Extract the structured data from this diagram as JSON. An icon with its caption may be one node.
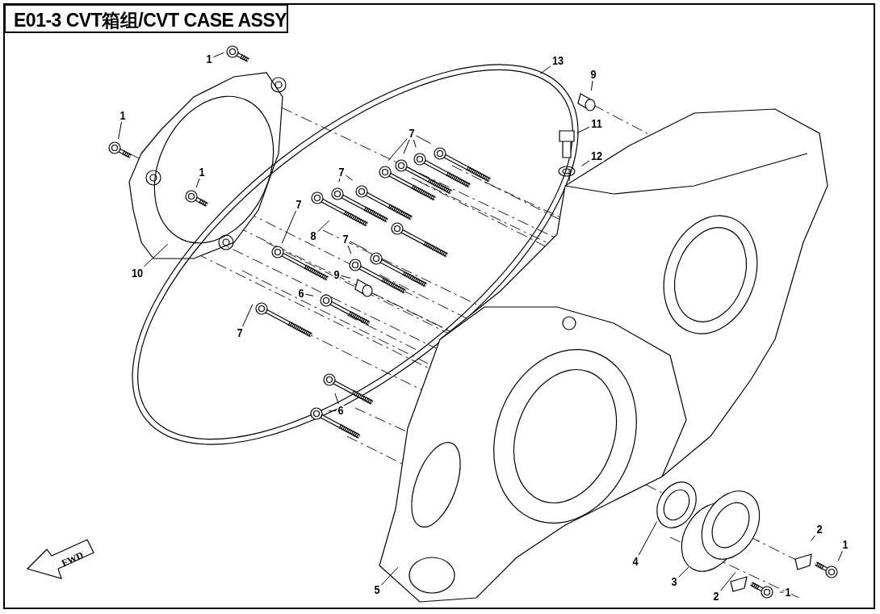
{
  "diagram": {
    "title": "E01-3 CVT箱组/CVT CASE ASSY",
    "nodes": [
      {
        "text": [
          "1"
        ]
      },
      {
        "text": [
          "1"
        ]
      },
      {
        "text": [
          "1"
        ]
      },
      {
        "text": [
          "10"
        ]
      },
      {
        "text": [
          "13"
        ]
      },
      {
        "text": [
          "9"
        ]
      },
      {
        "text": [
          "11"
        ]
      },
      {
        "text": [
          "12"
        ]
      },
      {
        "text": [
          "7"
        ]
      },
      {
        "text": [
          "7"
        ]
      },
      {
        "text": [
          "8"
        ]
      },
      {
        "text": [
          "7"
        ]
      },
      {
        "text": [
          "7"
        ]
      },
      {
        "text": [
          "9"
        ]
      },
      {
        "text": [
          "6"
        ]
      },
      {
        "text": [
          "7"
        ]
      },
      {
        "text": [
          "6"
        ]
      },
      {
        "text": [
          "5"
        ]
      },
      {
        "text": [
          "4"
        ]
      },
      {
        "text": [
          "3"
        ]
      },
      {
        "text": [
          "2"
        ]
      },
      {
        "text": [
          "1"
        ]
      },
      {
        "text": [
          "2"
        ]
      },
      {
        "text": [
          "1"
        ]
      }
    ],
    "edges": [
      {
        "from": 0,
        "to": null,
        "arrow": "none"
      },
      {
        "from": 1,
        "to": null,
        "arrow": "none"
      },
      {
        "from": 2,
        "to": null,
        "arrow": "none"
      },
      {
        "from": 3,
        "to": null,
        "arrow": "none"
      },
      {
        "from": 4,
        "to": null,
        "arrow": "none"
      },
      {
        "from": 5,
        "to": null,
        "arrow": "none"
      },
      {
        "from": 6,
        "to": null,
        "arrow": "none"
      },
      {
        "from": 7,
        "to": null,
        "arrow": "none"
      },
      {
        "from": 8,
        "to": null,
        "arrow": "none"
      },
      {
        "from": 8,
        "to": null,
        "arrow": "none"
      },
      {
        "from": 8,
        "to": null,
        "arrow": "none"
      },
      {
        "from": 8,
        "to": null,
        "arrow": "none"
      },
      {
        "from": 9,
        "to": null,
        "arrow": "none"
      },
      {
        "from": 9,
        "to": null,
        "arrow": "none"
      },
      {
        "from": 10,
        "to": null,
        "arrow": "none"
      },
      {
        "from": 11,
        "to": null,
        "arrow": "none"
      },
      {
        "from": 12,
        "to": null,
        "arrow": "none"
      },
      {
        "from": 12,
        "to": null,
        "arrow": "none"
      },
      {
        "from": 13,
        "to": null,
        "arrow": "none"
      },
      {
        "from": 14,
        "to": null,
        "arrow": "none"
      },
      {
        "from": 15,
        "to": null,
        "arrow": "none"
      },
      {
        "from": 16,
        "to": null,
        "arrow": "none"
      },
      {
        "from": 16,
        "to": null,
        "arrow": "none"
      },
      {
        "from": 17,
        "to": null,
        "arrow": "none"
      },
      {
        "from": 18,
        "to": null,
        "arrow": "none"
      },
      {
        "from": 19,
        "to": null,
        "arrow": "none"
      },
      {
        "from": 20,
        "to": null,
        "arrow": "none"
      },
      {
        "from": 21,
        "to": null,
        "arrow": "none"
      },
      {
        "from": 22,
        "to": null,
        "arrow": "none"
      },
      {
        "from": 23,
        "to": null,
        "arrow": "none"
      }
    ],
    "labels": [
      "FWD"
    ]
  }
}
